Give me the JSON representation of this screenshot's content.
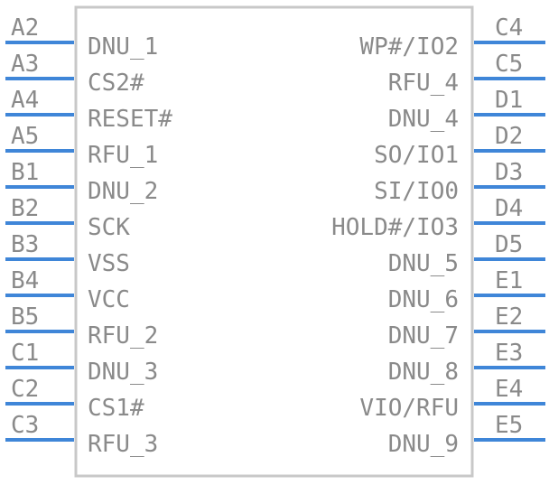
{
  "component": {
    "body_color": "#c8c8c8",
    "pin_color": "#3f86d8",
    "text_color": "#8a8a8a",
    "left_pins": [
      {
        "number": "A2",
        "label": "DNU_1"
      },
      {
        "number": "A3",
        "label": "CS2#"
      },
      {
        "number": "A4",
        "label": "RESET#"
      },
      {
        "number": "A5",
        "label": "RFU_1"
      },
      {
        "number": "B1",
        "label": "DNU_2"
      },
      {
        "number": "B2",
        "label": "SCK"
      },
      {
        "number": "B3",
        "label": "VSS"
      },
      {
        "number": "B4",
        "label": "VCC"
      },
      {
        "number": "B5",
        "label": "RFU_2"
      },
      {
        "number": "C1",
        "label": "DNU_3"
      },
      {
        "number": "C2",
        "label": "CS1#"
      },
      {
        "number": "C3",
        "label": "RFU_3"
      }
    ],
    "right_pins": [
      {
        "number": "C4",
        "label": "WP#/IO2"
      },
      {
        "number": "C5",
        "label": "RFU_4"
      },
      {
        "number": "D1",
        "label": "DNU_4"
      },
      {
        "number": "D2",
        "label": "SO/IO1"
      },
      {
        "number": "D3",
        "label": "SI/IO0"
      },
      {
        "number": "D4",
        "label": "HOLD#/IO3"
      },
      {
        "number": "D5",
        "label": "DNU_5"
      },
      {
        "number": "E1",
        "label": "DNU_6"
      },
      {
        "number": "E2",
        "label": "DNU_7"
      },
      {
        "number": "E3",
        "label": "DNU_8"
      },
      {
        "number": "E4",
        "label": "VIO/RFU"
      },
      {
        "number": "E5",
        "label": "DNU_9"
      }
    ]
  }
}
